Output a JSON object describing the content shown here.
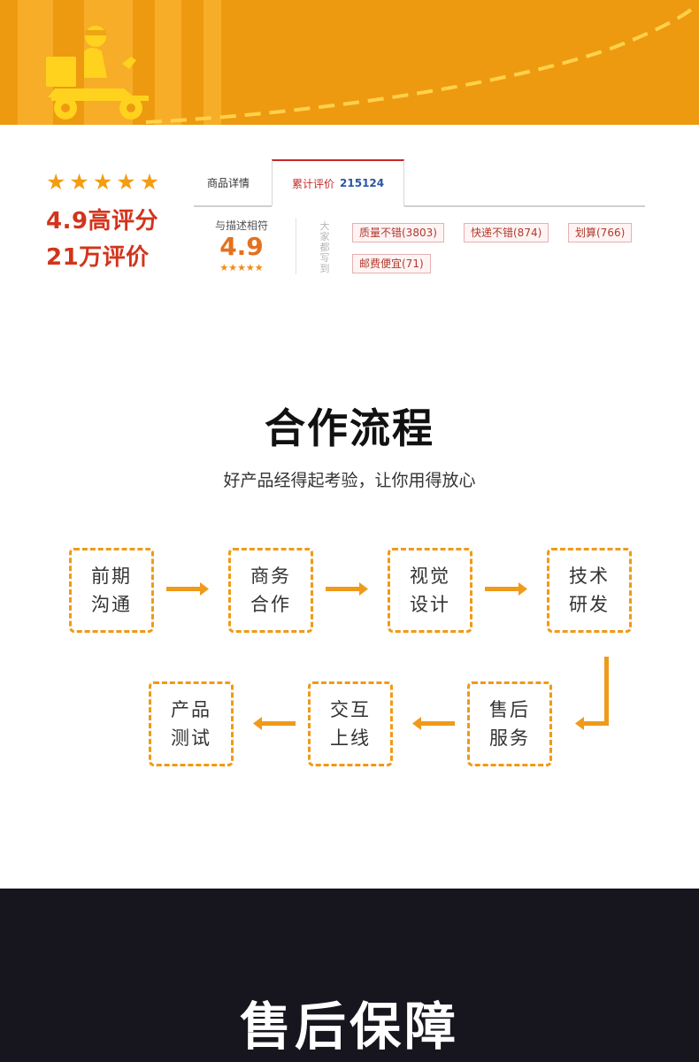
{
  "colors": {
    "banner": "#ee9a10",
    "accent_orange": "#ef9a19",
    "rating_red": "#d2341c",
    "tab_red": "#c8282b",
    "count_blue": "#2a56a5",
    "footer_bg": "#17161e"
  },
  "banner": {
    "icon": "delivery-scooter-icon"
  },
  "rating": {
    "star_count": 5,
    "line1": "4.9高评分",
    "line2": "21万评价"
  },
  "review": {
    "tab_details": "商品详情",
    "tab_reviews": "累计评价",
    "review_count": "215124",
    "desc_label": "与描述相符",
    "desc_score": "4.9",
    "desc_stars": "★★★★★",
    "side_label": "大家都写到",
    "tags": [
      "质量不错(3803)",
      "快递不错(874)",
      "划算(766)",
      "邮费便宜(71)"
    ]
  },
  "process": {
    "title": "合作流程",
    "subtitle": "好产品经得起考验，让你用得放心",
    "steps": [
      {
        "l1": "前期",
        "l2": "沟通"
      },
      {
        "l1": "商务",
        "l2": "合作"
      },
      {
        "l1": "视觉",
        "l2": "设计"
      },
      {
        "l1": "技术",
        "l2": "研发"
      },
      {
        "l1": "售后",
        "l2": "服务"
      },
      {
        "l1": "交互",
        "l2": "上线"
      },
      {
        "l1": "产品",
        "l2": "测试"
      }
    ]
  },
  "footer": {
    "title": "售后保障"
  }
}
